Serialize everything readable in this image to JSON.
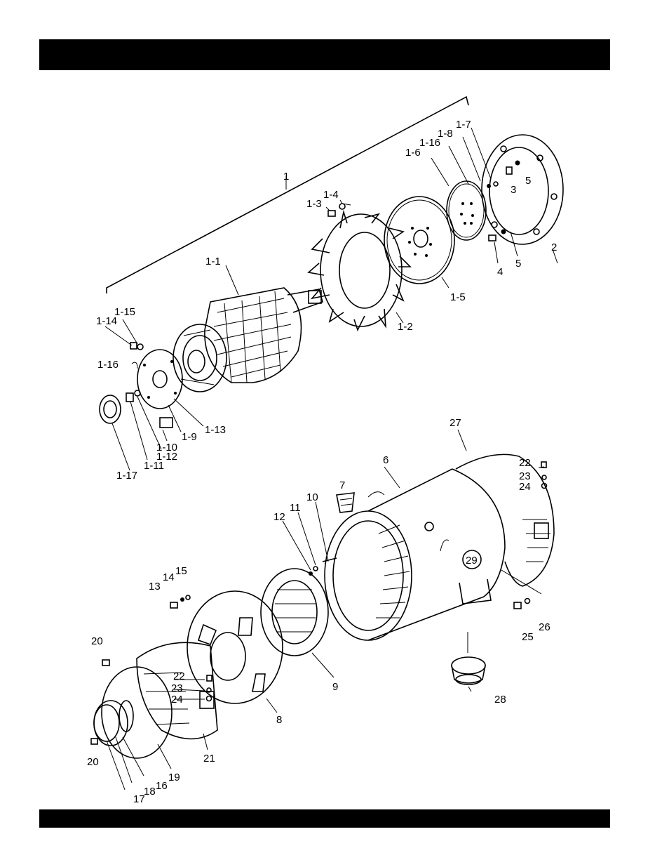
{
  "header_bar": "",
  "footer_bar": "",
  "callouts": {
    "c1": "1",
    "c1_1": "1-1",
    "c1_2": "1-2",
    "c1_3": "1-3",
    "c1_4": "1-4",
    "c1_5": "1-5",
    "c1_6": "1-6",
    "c1_7": "1-7",
    "c1_8": "1-8",
    "c1_9": "1-9",
    "c1_10": "1-10",
    "c1_11": "1-11",
    "c1_12": "1-12",
    "c1_13": "1-13",
    "c1_14": "1-14",
    "c1_15": "1-15",
    "c1_16a": "1-16",
    "c1_16b": "1-16",
    "c1_17": "1-17",
    "c2": "2",
    "c3": "3",
    "c4": "4",
    "c5a": "5",
    "c5b": "5",
    "c6": "6",
    "c7": "7",
    "c8": "8",
    "c9": "9",
    "c10": "10",
    "c11": "11",
    "c12": "12",
    "c13": "13",
    "c14": "14",
    "c15": "15",
    "c16": "16",
    "c17": "17",
    "c18": "18",
    "c19": "19",
    "c20a": "20",
    "c20b": "20",
    "c21": "21",
    "c22a": "22",
    "c22b": "22",
    "c23a": "23",
    "c23b": "23",
    "c24a": "24",
    "c24b": "24",
    "c25": "25",
    "c26": "26",
    "c27": "27",
    "c28": "28",
    "c29": "29"
  }
}
